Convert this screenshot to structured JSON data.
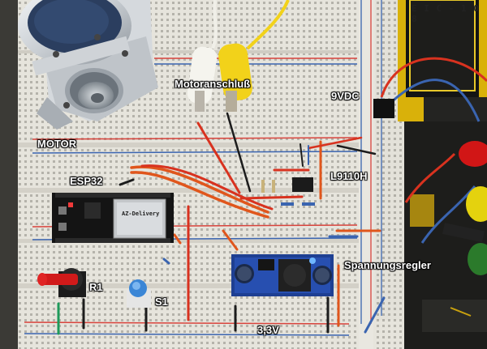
{
  "labels": {
    "motor_connector": "Motoranschluß",
    "supply": "9VDC",
    "motor": "MOTOR",
    "mcu": "ESP32",
    "driver": "L9110H",
    "regulator": "Spannungsregler",
    "pot": "R1",
    "switch": "S1",
    "rail": "3,3V"
  },
  "module_markings": {
    "esp_board": "AZ-Delivery",
    "meter": "E I C - 1 0 8"
  },
  "colors": {
    "breadboard": "#e8e6df",
    "rail_red": "#d8433c",
    "rail_blue": "#3a64b0",
    "wire_orange": "#e0561c",
    "wire_red": "#d8321f",
    "wire_black": "#1c1c1c",
    "clip_yellow": "#f2d21a",
    "clip_white": "#f0efe8",
    "meter_yellow": "#d9b10a"
  }
}
